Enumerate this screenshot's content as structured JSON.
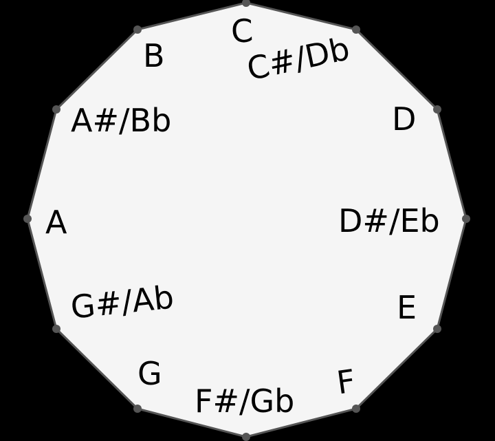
{
  "colors": {
    "background": "#000000",
    "fill": "#f5f5f5",
    "outline": "#555555",
    "vertex": "#555555",
    "text": "#000000"
  },
  "notes": {
    "c": "C",
    "c_sharp_d_flat": "C#/Db",
    "d": "D",
    "d_sharp_e_flat": "D#/Eb",
    "e": "E",
    "f": "F",
    "f_sharp_g_flat": "F#/Gb",
    "g": "G",
    "g_sharp_a_flat": "G#/Ab",
    "a": "A",
    "a_sharp_b_flat": "A#/Bb",
    "b": "B"
  }
}
